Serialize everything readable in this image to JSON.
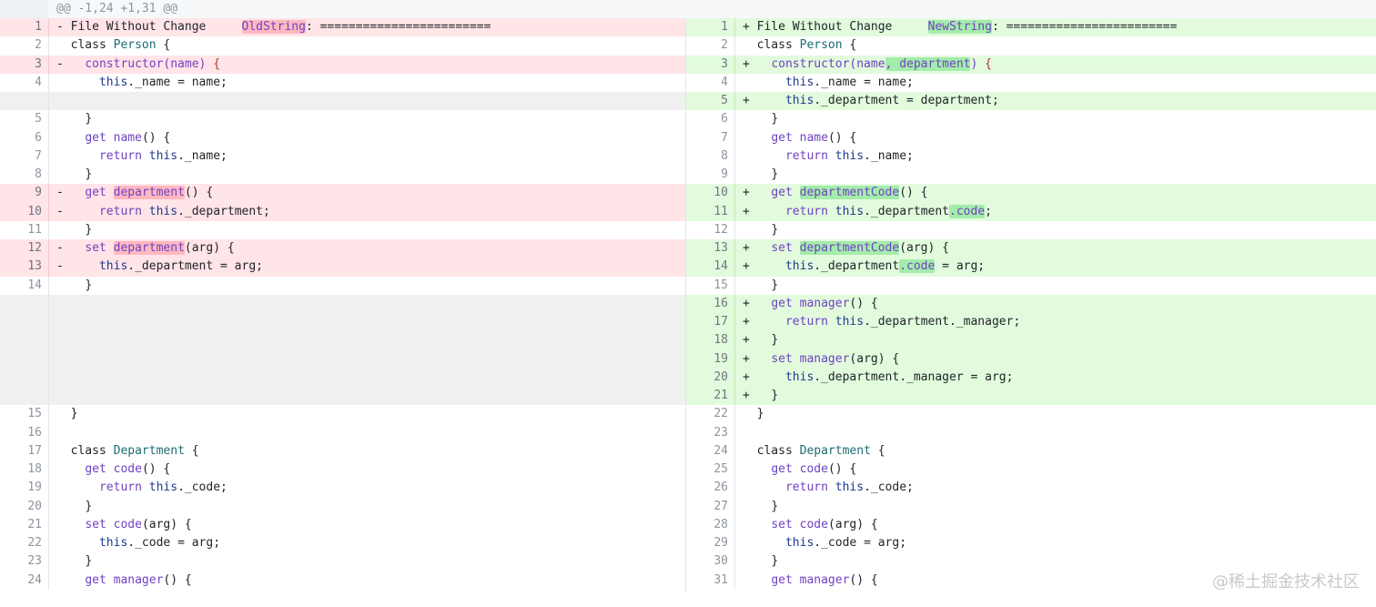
{
  "hunk_header": "@@ -1,24 +1,31 @@",
  "watermark": "@稀土掘金技术社区",
  "colors": {
    "deleted_line_bg": "#ffe4e8",
    "added_line_bg": "#e2fbdd",
    "deleted_word_bg": "#ffb8c2",
    "added_word_bg": "#a4ecab",
    "empty_line_bg": "#f0f0f0"
  },
  "left": {
    "rows": [
      {
        "num": "1",
        "kind": "del",
        "sign": "-",
        "indent": "",
        "tokens": [
          [
            "File Without Change     ",
            "txt"
          ],
          [
            "OldString",
            "hl"
          ],
          [
            ": ========================",
            "txt"
          ]
        ]
      },
      {
        "num": "2",
        "kind": "ctx",
        "sign": "",
        "indent": "",
        "tokens": [
          [
            "class ",
            "txt"
          ],
          [
            "Person",
            "cls"
          ],
          [
            " {",
            "txt"
          ]
        ]
      },
      {
        "num": "3",
        "kind": "del",
        "sign": "-",
        "indent": "  ",
        "tokens": [
          [
            "constructor",
            "fn"
          ],
          [
            "(name) ",
            "kw"
          ],
          [
            "{",
            "br"
          ]
        ]
      },
      {
        "num": "4",
        "kind": "ctx",
        "sign": "",
        "indent": "    ",
        "tokens": [
          [
            "this",
            "this"
          ],
          [
            "._name = name;",
            "txt"
          ]
        ]
      },
      {
        "num": "",
        "kind": "empty",
        "sign": "",
        "indent": "",
        "tokens": []
      },
      {
        "num": "5",
        "kind": "ctx",
        "sign": "",
        "indent": "  ",
        "tokens": [
          [
            "}",
            "txt"
          ]
        ]
      },
      {
        "num": "6",
        "kind": "ctx",
        "sign": "",
        "indent": "  ",
        "tokens": [
          [
            "get ",
            "kw"
          ],
          [
            "name",
            "fn"
          ],
          [
            "() {",
            "txt"
          ]
        ]
      },
      {
        "num": "7",
        "kind": "ctx",
        "sign": "",
        "indent": "    ",
        "tokens": [
          [
            "return ",
            "kw"
          ],
          [
            "this",
            "this"
          ],
          [
            "._name;",
            "txt"
          ]
        ]
      },
      {
        "num": "8",
        "kind": "ctx",
        "sign": "",
        "indent": "  ",
        "tokens": [
          [
            "}",
            "txt"
          ]
        ]
      },
      {
        "num": "9",
        "kind": "del",
        "sign": "-",
        "indent": "  ",
        "tokens": [
          [
            "get ",
            "kw"
          ],
          [
            "department",
            "hl"
          ],
          [
            "() {",
            "txt"
          ]
        ]
      },
      {
        "num": "10",
        "kind": "del",
        "sign": "-",
        "indent": "    ",
        "tokens": [
          [
            "return ",
            "kw"
          ],
          [
            "this",
            "this"
          ],
          [
            "._department;",
            "txt"
          ]
        ]
      },
      {
        "num": "11",
        "kind": "ctx",
        "sign": "",
        "indent": "  ",
        "tokens": [
          [
            "}",
            "txt"
          ]
        ]
      },
      {
        "num": "12",
        "kind": "del",
        "sign": "-",
        "indent": "  ",
        "tokens": [
          [
            "set ",
            "kw"
          ],
          [
            "department",
            "hl"
          ],
          [
            "(arg) {",
            "txt"
          ]
        ]
      },
      {
        "num": "13",
        "kind": "del",
        "sign": "-",
        "indent": "    ",
        "tokens": [
          [
            "this",
            "this"
          ],
          [
            "._department = arg;",
            "txt"
          ]
        ]
      },
      {
        "num": "14",
        "kind": "ctx",
        "sign": "",
        "indent": "  ",
        "tokens": [
          [
            "}",
            "txt"
          ]
        ]
      },
      {
        "num": "",
        "kind": "empty",
        "sign": "",
        "indent": "",
        "tokens": []
      },
      {
        "num": "",
        "kind": "empty",
        "sign": "",
        "indent": "",
        "tokens": []
      },
      {
        "num": "",
        "kind": "empty",
        "sign": "",
        "indent": "",
        "tokens": []
      },
      {
        "num": "",
        "kind": "empty",
        "sign": "",
        "indent": "",
        "tokens": []
      },
      {
        "num": "",
        "kind": "empty",
        "sign": "",
        "indent": "",
        "tokens": []
      },
      {
        "num": "",
        "kind": "empty",
        "sign": "",
        "indent": "",
        "tokens": []
      },
      {
        "num": "15",
        "kind": "ctx",
        "sign": "",
        "indent": "",
        "tokens": [
          [
            "}",
            "txt"
          ]
        ]
      },
      {
        "num": "16",
        "kind": "ctx",
        "sign": "",
        "indent": "",
        "tokens": []
      },
      {
        "num": "17",
        "kind": "ctx",
        "sign": "",
        "indent": "",
        "tokens": [
          [
            "class ",
            "txt"
          ],
          [
            "Department",
            "cls"
          ],
          [
            " {",
            "txt"
          ]
        ]
      },
      {
        "num": "18",
        "kind": "ctx",
        "sign": "",
        "indent": "  ",
        "tokens": [
          [
            "get ",
            "kw"
          ],
          [
            "code",
            "fn"
          ],
          [
            "() {",
            "txt"
          ]
        ]
      },
      {
        "num": "19",
        "kind": "ctx",
        "sign": "",
        "indent": "    ",
        "tokens": [
          [
            "return ",
            "kw"
          ],
          [
            "this",
            "this"
          ],
          [
            "._code;",
            "txt"
          ]
        ]
      },
      {
        "num": "20",
        "kind": "ctx",
        "sign": "",
        "indent": "  ",
        "tokens": [
          [
            "}",
            "txt"
          ]
        ]
      },
      {
        "num": "21",
        "kind": "ctx",
        "sign": "",
        "indent": "  ",
        "tokens": [
          [
            "set ",
            "kw"
          ],
          [
            "code",
            "fn"
          ],
          [
            "(arg) {",
            "txt"
          ]
        ]
      },
      {
        "num": "22",
        "kind": "ctx",
        "sign": "",
        "indent": "    ",
        "tokens": [
          [
            "this",
            "this"
          ],
          [
            "._code = arg;",
            "txt"
          ]
        ]
      },
      {
        "num": "23",
        "kind": "ctx",
        "sign": "",
        "indent": "  ",
        "tokens": [
          [
            "}",
            "txt"
          ]
        ]
      },
      {
        "num": "24",
        "kind": "ctx",
        "sign": "",
        "indent": "  ",
        "tokens": [
          [
            "get ",
            "kw"
          ],
          [
            "manager",
            "fn"
          ],
          [
            "() {",
            "txt"
          ]
        ]
      }
    ]
  },
  "right": {
    "rows": [
      {
        "num": "1",
        "kind": "add",
        "sign": "+",
        "indent": "",
        "tokens": [
          [
            "File Without Change     ",
            "txt"
          ],
          [
            "NewString",
            "hl"
          ],
          [
            ": ========================",
            "txt"
          ]
        ]
      },
      {
        "num": "2",
        "kind": "ctx",
        "sign": "",
        "indent": "",
        "tokens": [
          [
            "class ",
            "txt"
          ],
          [
            "Person",
            "cls"
          ],
          [
            " {",
            "txt"
          ]
        ]
      },
      {
        "num": "3",
        "kind": "add",
        "sign": "+",
        "indent": "  ",
        "tokens": [
          [
            "constructor",
            "fn"
          ],
          [
            "(name",
            "kw"
          ],
          [
            ", department",
            "hl"
          ],
          [
            ") ",
            "kw"
          ],
          [
            "{",
            "br"
          ]
        ]
      },
      {
        "num": "4",
        "kind": "ctx",
        "sign": "",
        "indent": "    ",
        "tokens": [
          [
            "this",
            "this"
          ],
          [
            "._name = name;",
            "txt"
          ]
        ]
      },
      {
        "num": "5",
        "kind": "add",
        "sign": "+",
        "indent": "    ",
        "tokens": [
          [
            "this",
            "this"
          ],
          [
            "._department = department;",
            "txt"
          ]
        ]
      },
      {
        "num": "6",
        "kind": "ctx",
        "sign": "",
        "indent": "  ",
        "tokens": [
          [
            "}",
            "txt"
          ]
        ]
      },
      {
        "num": "7",
        "kind": "ctx",
        "sign": "",
        "indent": "  ",
        "tokens": [
          [
            "get ",
            "kw"
          ],
          [
            "name",
            "fn"
          ],
          [
            "() {",
            "txt"
          ]
        ]
      },
      {
        "num": "8",
        "kind": "ctx",
        "sign": "",
        "indent": "    ",
        "tokens": [
          [
            "return ",
            "kw"
          ],
          [
            "this",
            "this"
          ],
          [
            "._name;",
            "txt"
          ]
        ]
      },
      {
        "num": "9",
        "kind": "ctx",
        "sign": "",
        "indent": "  ",
        "tokens": [
          [
            "}",
            "txt"
          ]
        ]
      },
      {
        "num": "10",
        "kind": "add",
        "sign": "+",
        "indent": "  ",
        "tokens": [
          [
            "get ",
            "kw"
          ],
          [
            "departmentCode",
            "hl"
          ],
          [
            "() {",
            "txt"
          ]
        ]
      },
      {
        "num": "11",
        "kind": "add",
        "sign": "+",
        "indent": "    ",
        "tokens": [
          [
            "return ",
            "kw"
          ],
          [
            "this",
            "this"
          ],
          [
            "._department",
            "txt"
          ],
          [
            ".code",
            "hl"
          ],
          [
            ";",
            "txt"
          ]
        ]
      },
      {
        "num": "12",
        "kind": "ctx",
        "sign": "",
        "indent": "  ",
        "tokens": [
          [
            "}",
            "txt"
          ]
        ]
      },
      {
        "num": "13",
        "kind": "add",
        "sign": "+",
        "indent": "  ",
        "tokens": [
          [
            "set ",
            "kw"
          ],
          [
            "departmentCode",
            "hl"
          ],
          [
            "(arg) {",
            "txt"
          ]
        ]
      },
      {
        "num": "14",
        "kind": "add",
        "sign": "+",
        "indent": "    ",
        "tokens": [
          [
            "this",
            "this"
          ],
          [
            "._department",
            "txt"
          ],
          [
            ".code",
            "hl"
          ],
          [
            " = arg;",
            "txt"
          ]
        ]
      },
      {
        "num": "15",
        "kind": "ctx",
        "sign": "",
        "indent": "  ",
        "tokens": [
          [
            "}",
            "txt"
          ]
        ]
      },
      {
        "num": "16",
        "kind": "add",
        "sign": "+",
        "indent": "  ",
        "tokens": [
          [
            "get ",
            "kw"
          ],
          [
            "manager",
            "fn"
          ],
          [
            "() {",
            "txt"
          ]
        ]
      },
      {
        "num": "17",
        "kind": "add",
        "sign": "+",
        "indent": "    ",
        "tokens": [
          [
            "return ",
            "kw"
          ],
          [
            "this",
            "this"
          ],
          [
            "._department._manager;",
            "txt"
          ]
        ]
      },
      {
        "num": "18",
        "kind": "add",
        "sign": "+",
        "indent": "  ",
        "tokens": [
          [
            "}",
            "txt"
          ]
        ]
      },
      {
        "num": "19",
        "kind": "add",
        "sign": "+",
        "indent": "  ",
        "tokens": [
          [
            "set ",
            "kw"
          ],
          [
            "manager",
            "fn"
          ],
          [
            "(arg) {",
            "txt"
          ]
        ]
      },
      {
        "num": "20",
        "kind": "add",
        "sign": "+",
        "indent": "    ",
        "tokens": [
          [
            "this",
            "this"
          ],
          [
            "._department._manager = arg;",
            "txt"
          ]
        ]
      },
      {
        "num": "21",
        "kind": "add",
        "sign": "+",
        "indent": "  ",
        "tokens": [
          [
            "}",
            "txt"
          ]
        ]
      },
      {
        "num": "22",
        "kind": "ctx",
        "sign": "",
        "indent": "",
        "tokens": [
          [
            "}",
            "txt"
          ]
        ]
      },
      {
        "num": "23",
        "kind": "ctx",
        "sign": "",
        "indent": "",
        "tokens": []
      },
      {
        "num": "24",
        "kind": "ctx",
        "sign": "",
        "indent": "",
        "tokens": [
          [
            "class ",
            "txt"
          ],
          [
            "Department",
            "cls"
          ],
          [
            " {",
            "txt"
          ]
        ]
      },
      {
        "num": "25",
        "kind": "ctx",
        "sign": "",
        "indent": "  ",
        "tokens": [
          [
            "get ",
            "kw"
          ],
          [
            "code",
            "fn"
          ],
          [
            "() {",
            "txt"
          ]
        ]
      },
      {
        "num": "26",
        "kind": "ctx",
        "sign": "",
        "indent": "    ",
        "tokens": [
          [
            "return ",
            "kw"
          ],
          [
            "this",
            "this"
          ],
          [
            "._code;",
            "txt"
          ]
        ]
      },
      {
        "num": "27",
        "kind": "ctx",
        "sign": "",
        "indent": "  ",
        "tokens": [
          [
            "}",
            "txt"
          ]
        ]
      },
      {
        "num": "28",
        "kind": "ctx",
        "sign": "",
        "indent": "  ",
        "tokens": [
          [
            "set ",
            "kw"
          ],
          [
            "code",
            "fn"
          ],
          [
            "(arg) {",
            "txt"
          ]
        ]
      },
      {
        "num": "29",
        "kind": "ctx",
        "sign": "",
        "indent": "    ",
        "tokens": [
          [
            "this",
            "this"
          ],
          [
            "._code = arg;",
            "txt"
          ]
        ]
      },
      {
        "num": "30",
        "kind": "ctx",
        "sign": "",
        "indent": "  ",
        "tokens": [
          [
            "}",
            "txt"
          ]
        ]
      },
      {
        "num": "31",
        "kind": "ctx",
        "sign": "",
        "indent": "  ",
        "tokens": [
          [
            "get ",
            "kw"
          ],
          [
            "manager",
            "fn"
          ],
          [
            "() {",
            "txt"
          ]
        ]
      }
    ]
  }
}
